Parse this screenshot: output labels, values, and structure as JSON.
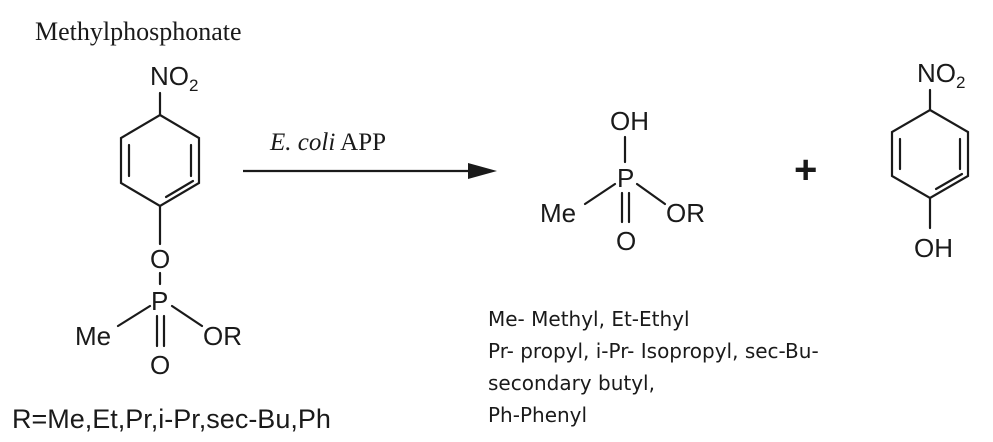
{
  "title": "Methylphosphonate",
  "reaction": {
    "enzyme_italic": "E. coli",
    "enzyme_rest": "APP",
    "plus": "+"
  },
  "reactant": {
    "nitro": "NO",
    "nitro_sub": "2",
    "ester_o": "O",
    "phosphorus": "P",
    "methyl": "Me",
    "or_group": "OR",
    "oxo": "O"
  },
  "product_acid": {
    "hydroxyl": "OH",
    "phosphorus": "P",
    "methyl": "Me",
    "or_group": "OR",
    "oxo": "O"
  },
  "product_phenol": {
    "nitro": "NO",
    "nitro_sub": "2",
    "hydroxyl": "OH"
  },
  "r_groups": "R=Me,Et,Pr,i-Pr,sec-Bu,Ph",
  "legend": [
    "Me- Methyl, Et-Ethyl",
    "Pr- propyl, i-Pr- Isopropyl, sec-Bu-",
    "secondary butyl,",
    "Ph-Phenyl"
  ]
}
